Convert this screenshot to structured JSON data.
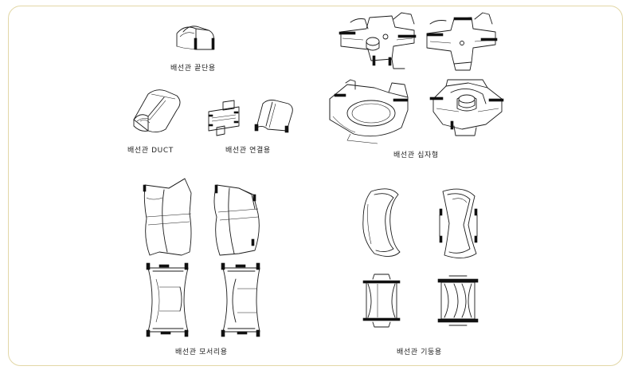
{
  "captions": {
    "end_cap": "배선관 끝단용",
    "duct": "배선관 DUCT",
    "connector": "배선관 연결용",
    "cross": "배선관 십자형",
    "corner": "배선관 모서리용",
    "column": "배선관 기둥용"
  },
  "colors": {
    "frame_border": "#e2d7a6",
    "line": "#1a1a1a"
  }
}
